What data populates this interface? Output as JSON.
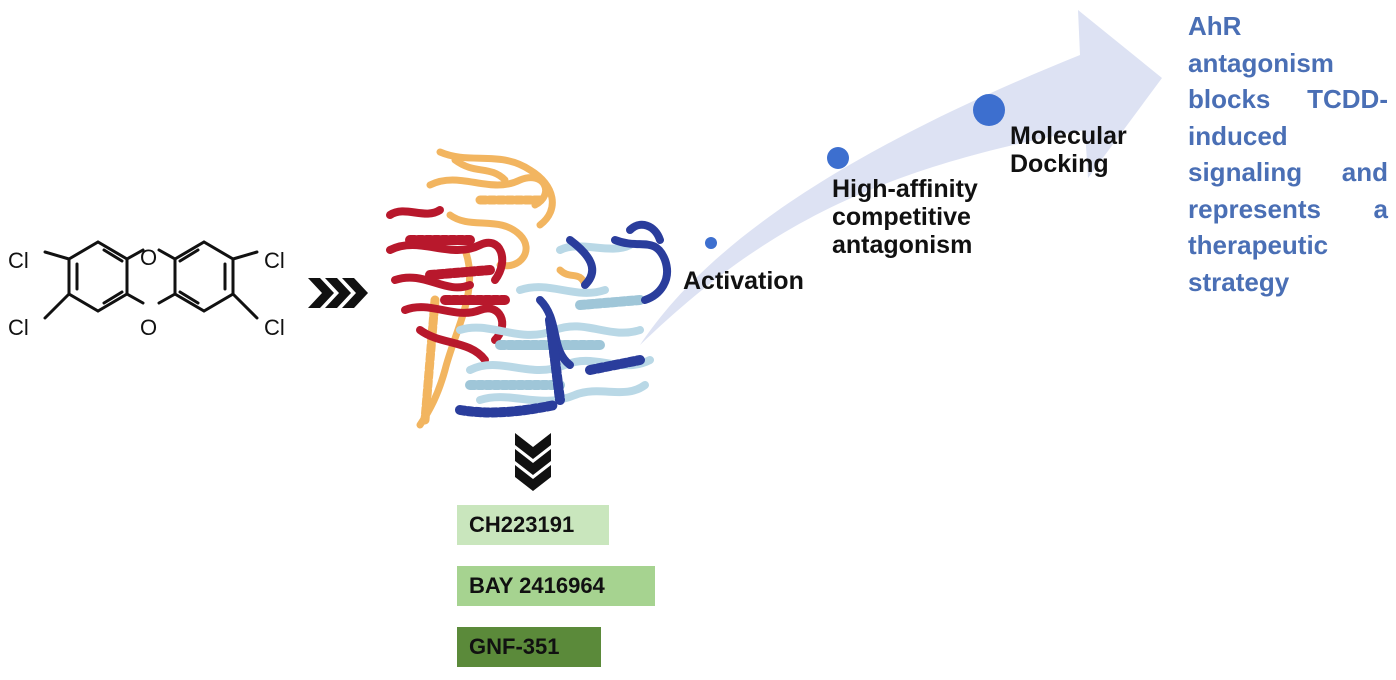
{
  "molecule": {
    "atoms": {
      "chlorine": "Cl",
      "oxygen": "O"
    }
  },
  "pathway": {
    "steps": [
      "Activation",
      "High-affinity\ncompetitive\nantagonism",
      "Molecular\nDocking"
    ],
    "conclusion": "AhR antagonism blocks TCDD-induced signaling and represents a therapeutic strategy",
    "arrow_color": "#dde2f3",
    "dot_color": "#3d6fcf"
  },
  "compounds": [
    {
      "name": "CH223191",
      "color": "#c9e6bd"
    },
    {
      "name": "BAY 2416964",
      "color": "#a6d390"
    },
    {
      "name": "GNF-351",
      "color": "#5b8a3a"
    }
  ],
  "colors": {
    "conclusion_text": "#4a6fb5",
    "protein_orange": "#f2b560",
    "protein_red": "#b8182c",
    "protein_lightblue": "#b9d8e6",
    "protein_navy": "#2a3d9c"
  }
}
